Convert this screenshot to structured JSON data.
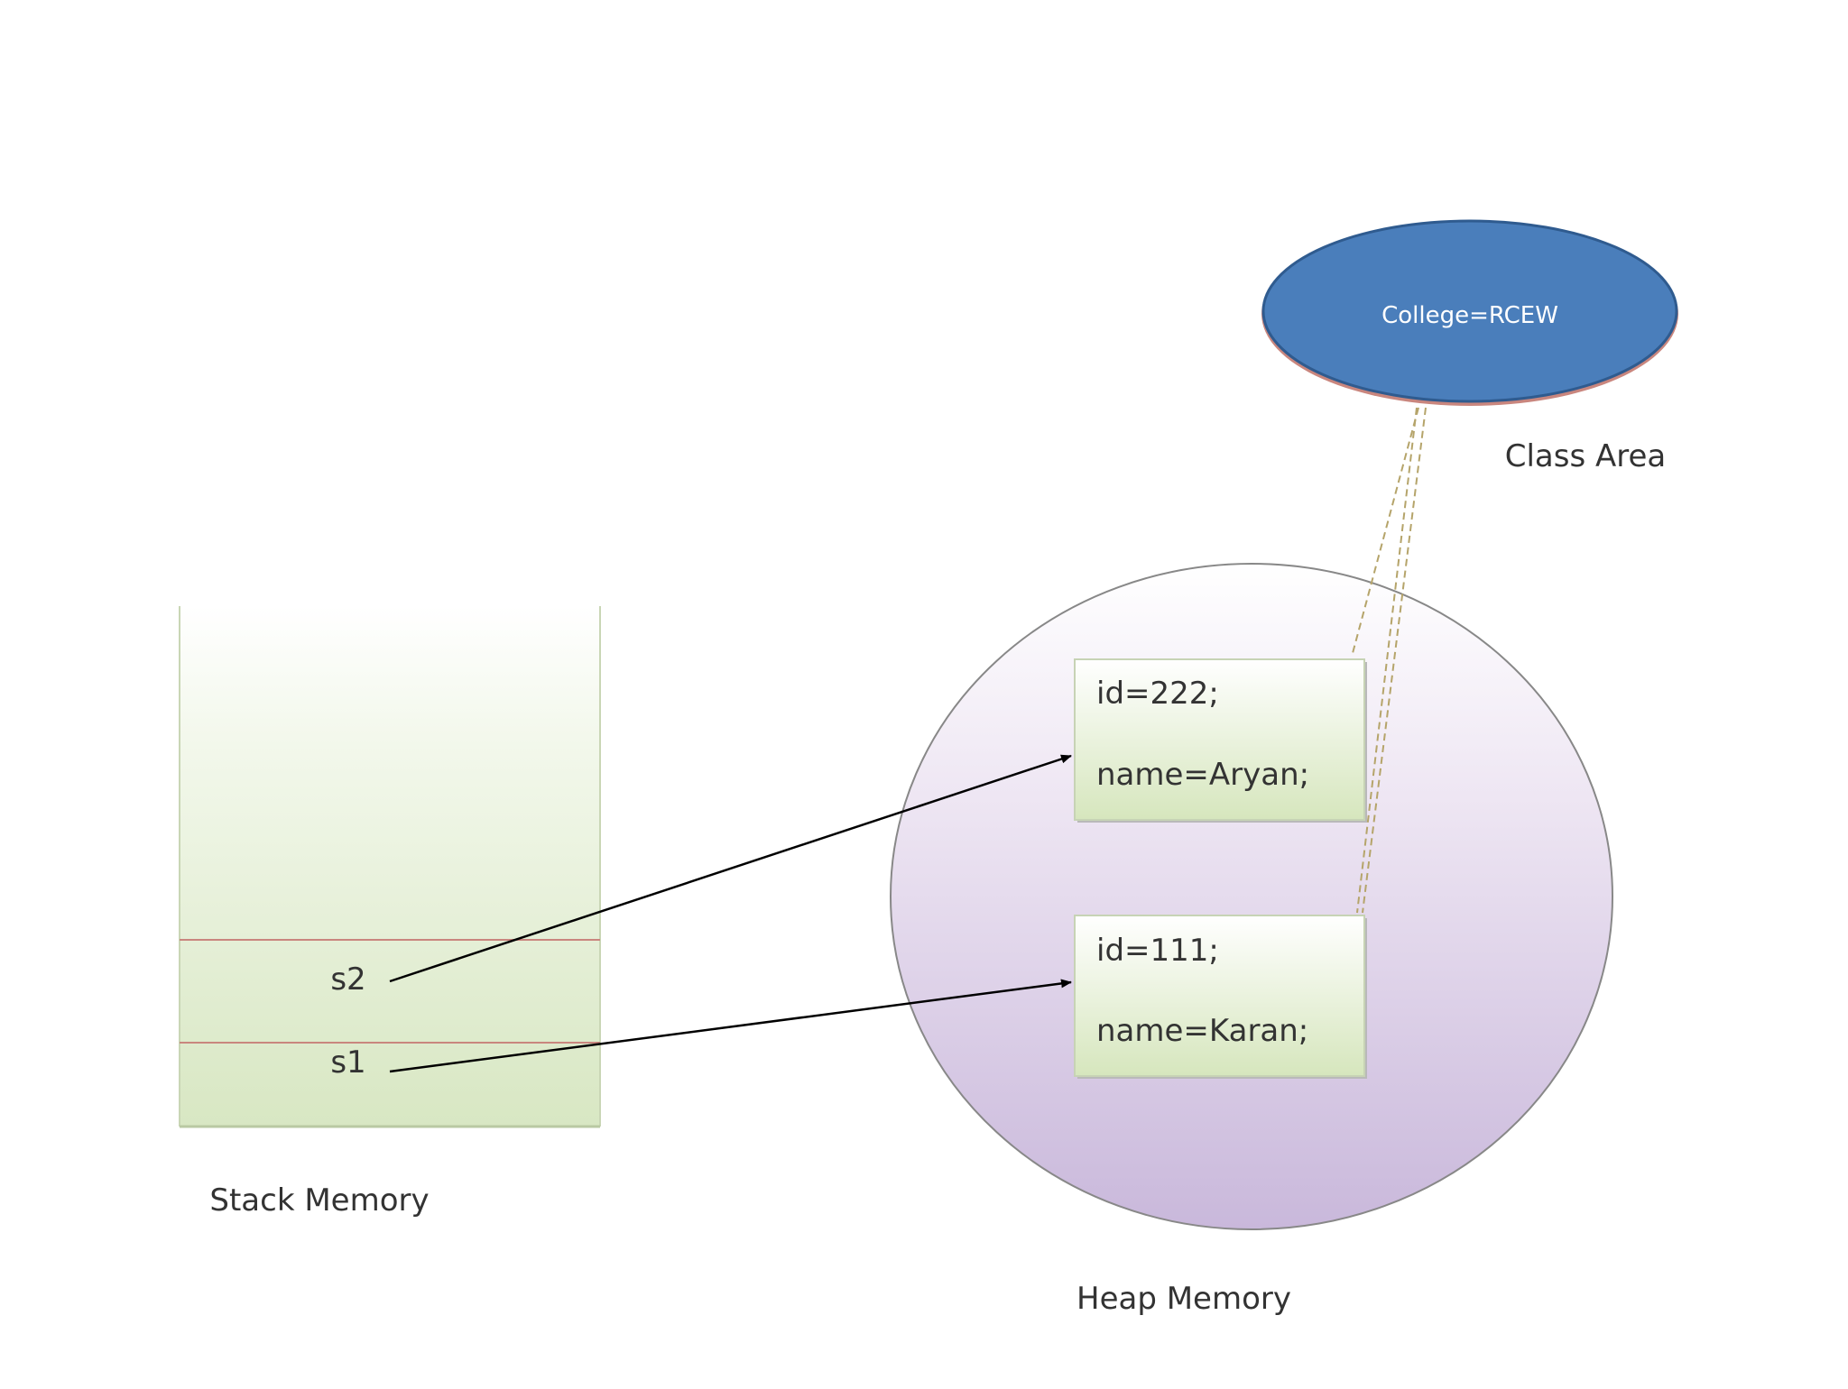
{
  "class_area": {
    "oval_text": "College=RCEW",
    "label": "Class Area"
  },
  "stack": {
    "label": "Stack Memory",
    "slots": [
      "s2",
      "s1"
    ]
  },
  "heap": {
    "label": "Heap Memory",
    "objects": [
      {
        "id_line": "id=222;",
        "name_line": "name=Aryan;"
      },
      {
        "id_line": "id=111;",
        "name_line": "name=Karan;"
      }
    ]
  },
  "colors": {
    "oval_fill": "#4a7ebb",
    "oval_stroke": "#2f5b8f",
    "oval_text": "#ffffff",
    "stack_fill": "#d8e7c3",
    "heap_fill_top": "#ffffff",
    "heap_fill_bottom": "#c9b8db",
    "separator": "#c9867e",
    "connector": "#b5a46a",
    "arrow": "#000000",
    "label_text": "#333333"
  }
}
